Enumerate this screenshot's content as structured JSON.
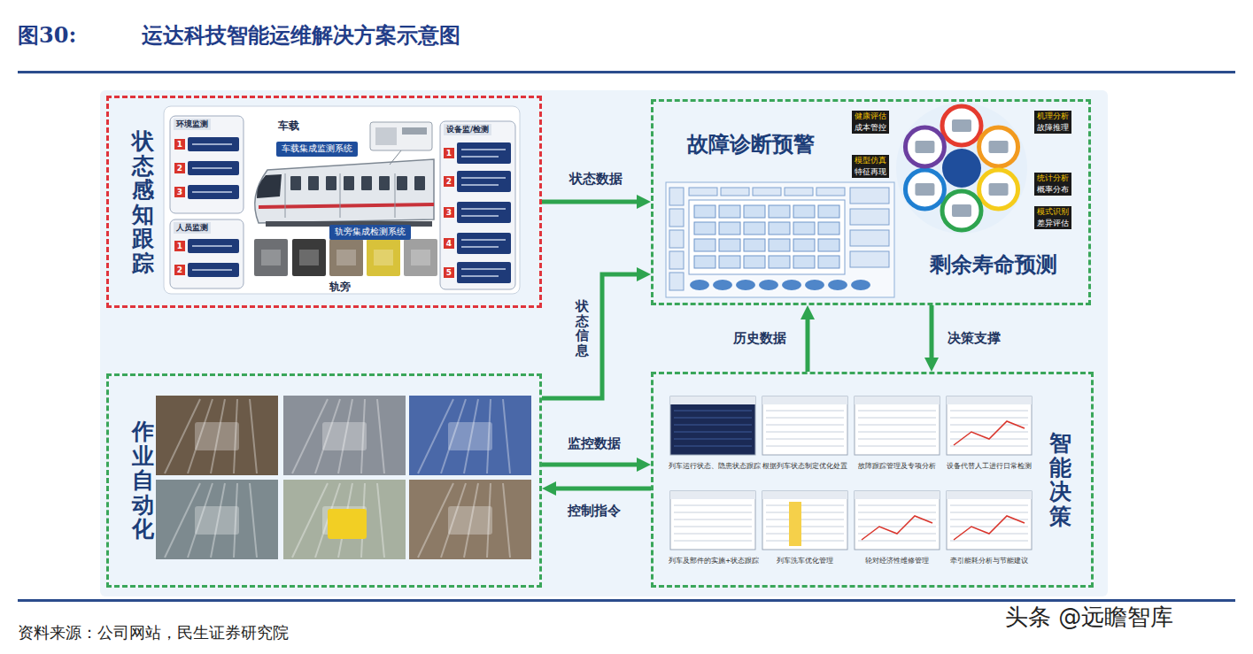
{
  "diagram": {
    "title": "运达科技智能运维解决方案示意图",
    "caption": "资料来源：公司网站，民生证券研究院",
    "nodes": [
      {
        "text": [
          "状态感知跟踪"
        ]
      },
      {
        "text": [
          "环境监测"
        ],
        "in": 0
      },
      {
        "text": [
          "车载集成监测系统"
        ],
        "in": 0
      },
      {
        "text": [
          "设备监/检测"
        ],
        "in": 0
      },
      {
        "text": [
          "人员监测"
        ],
        "in": 0
      },
      {
        "text": [
          "轨旁集成检测系统"
        ],
        "in": 0
      },
      {
        "text": [
          "故障诊断预警",
          "剩余寿命预测"
        ]
      },
      {
        "text": [
          "作业自动化"
        ]
      },
      {
        "text": [
          "智能决策"
        ]
      }
    ],
    "edges": [
      {
        "from": 0,
        "to": 6,
        "label": "状态数据",
        "arrow": "to"
      },
      {
        "from": 7,
        "to": 6,
        "label": "状态信息",
        "arrow": "to"
      },
      {
        "from": 8,
        "to": 6,
        "label": "历史数据",
        "arrow": "to"
      },
      {
        "from": 6,
        "to": 8,
        "label": "决策支撑",
        "arrow": "to"
      },
      {
        "from": 7,
        "to": 8,
        "label": "监控数据",
        "arrow": "to"
      },
      {
        "from": 8,
        "to": 7,
        "label": "控制指令",
        "arrow": "to"
      }
    ],
    "labels": [
      "图30:",
      "车载",
      "轨旁",
      "1",
      "2",
      "3",
      "1",
      "2",
      "1",
      "2",
      "3",
      "4",
      "5",
      "健康评估",
      "成本管控",
      "模型仿真",
      "特征再现",
      "机理分析",
      "故障推理",
      "统计分析",
      "概率分布",
      "模式识别",
      "差异评估",
      "列车运行状态、隐患状态跟踪",
      "根据列车状态制定优化处置",
      "故障跟踪管理及专项分析",
      "设备代替人工进行日常检测",
      "列车及部件的实施+状态跟踪",
      "列车洗车优化管理",
      "轮对经济性维修管理",
      "牵引能耗分析与节能建议",
      "头条 @远瞻智库"
    ]
  }
}
